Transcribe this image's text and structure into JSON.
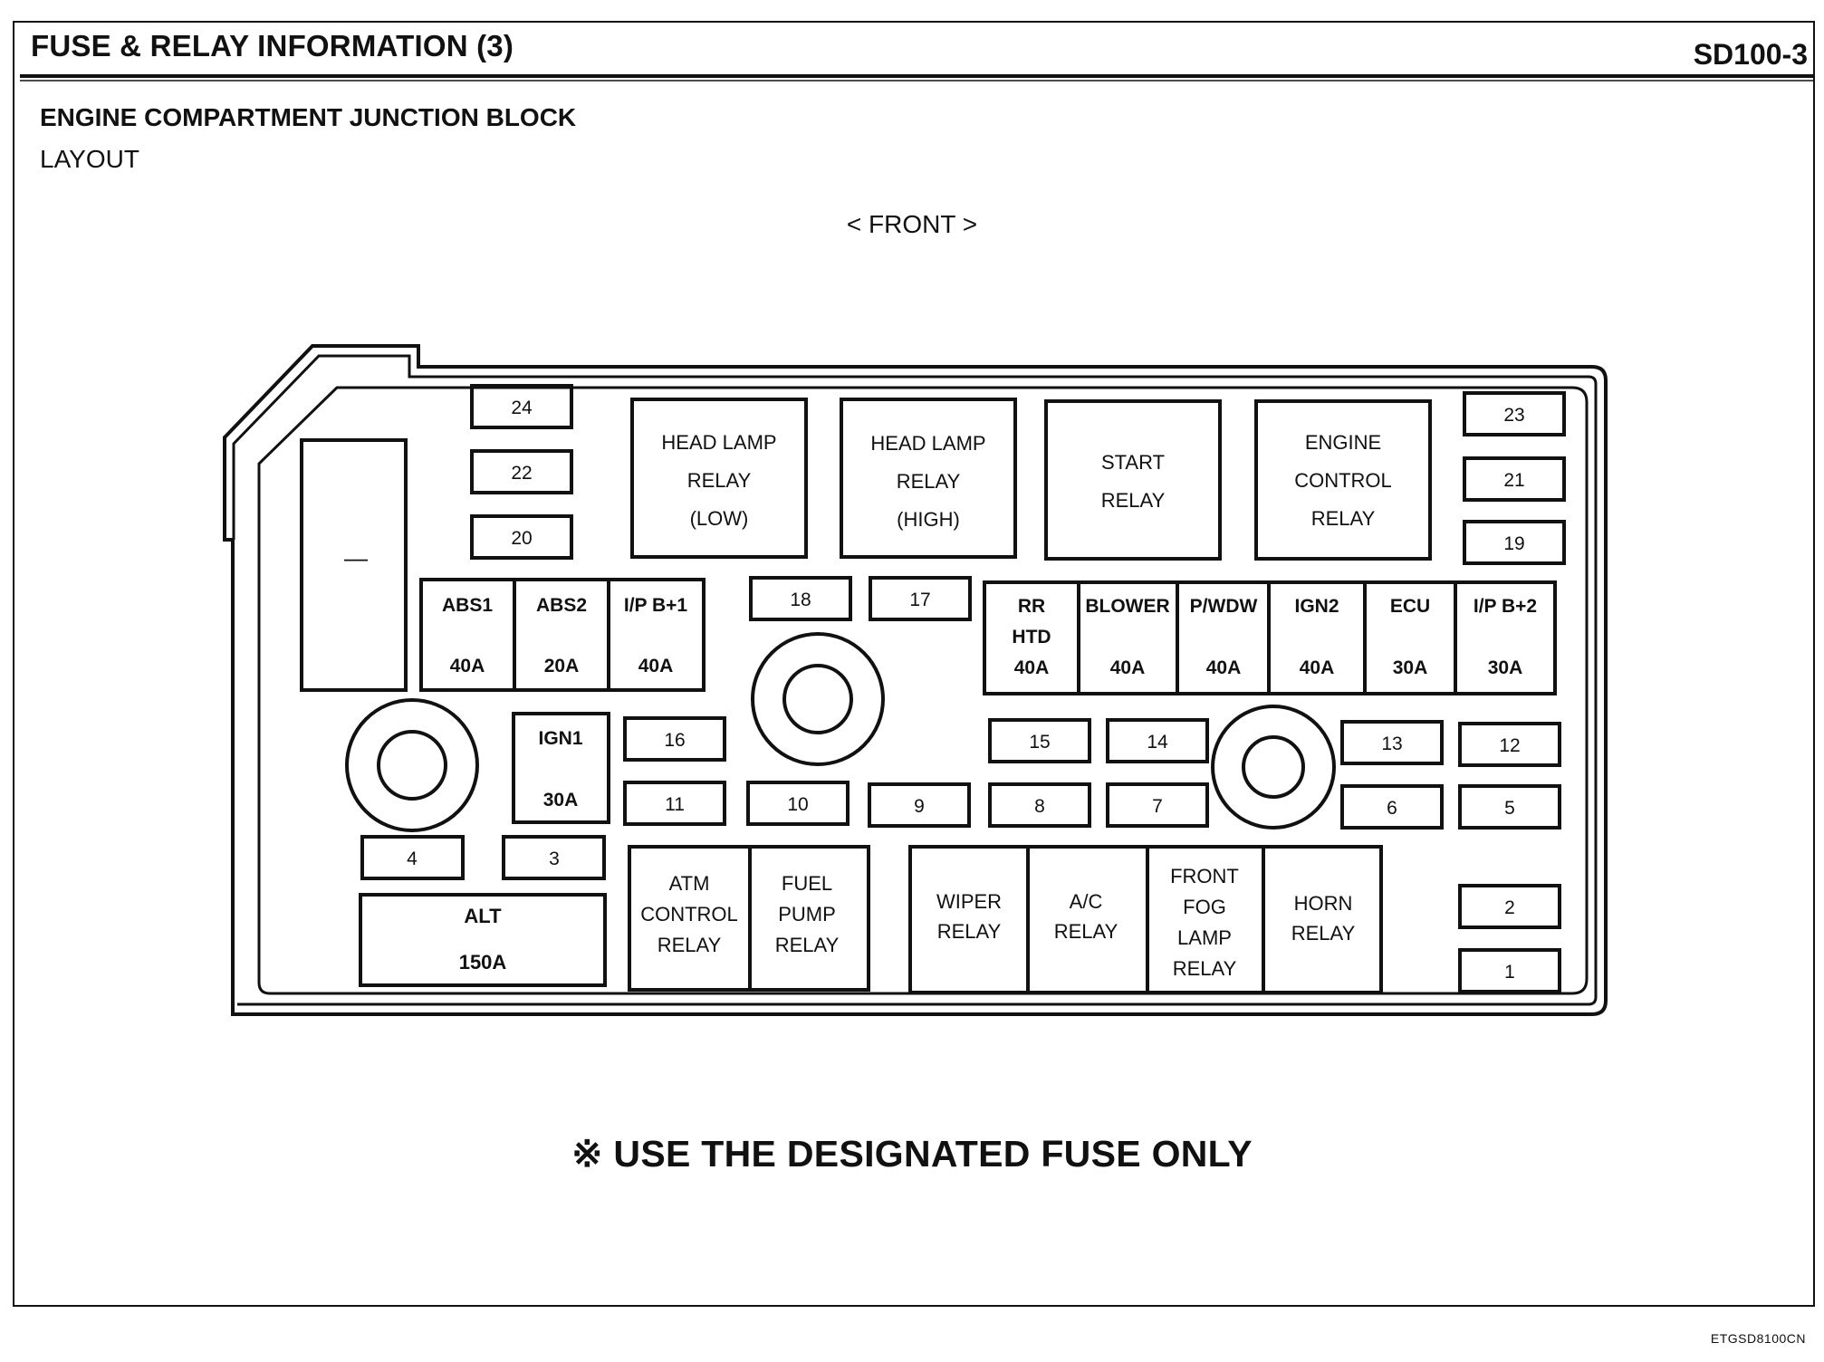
{
  "header": {
    "title": "FUSE & RELAY INFORMATION (3)",
    "code": "SD100-3"
  },
  "section": {
    "title": "ENGINE COMPARTMENT JUNCTION BLOCK",
    "subtitle": "LAYOUT"
  },
  "orientation_label": "< FRONT >",
  "note": "※ USE THE DESIGNATED FUSE ONLY",
  "doc_id": "ETGSD8100CN",
  "spare_slot_label": "—",
  "fuses_small": [
    "24",
    "22",
    "20",
    "23",
    "21",
    "19",
    "18",
    "17",
    "16",
    "15",
    "14",
    "13",
    "12",
    "11",
    "10",
    "9",
    "8",
    "7",
    "6",
    "5",
    "4",
    "3",
    "2",
    "1"
  ],
  "maxi_fuses": [
    {
      "name": "ABS1",
      "rating": "40A"
    },
    {
      "name": "ABS2",
      "rating": "20A"
    },
    {
      "name": "I/P B+1",
      "rating": "40A"
    },
    {
      "name": "RR HTD",
      "rating": "40A"
    },
    {
      "name": "BLOWER",
      "rating": "40A"
    },
    {
      "name": "P/WDW",
      "rating": "40A"
    },
    {
      "name": "IGN2",
      "rating": "40A"
    },
    {
      "name": "ECU",
      "rating": "30A"
    },
    {
      "name": "I/P B+2",
      "rating": "30A"
    },
    {
      "name": "IGN1",
      "rating": "30A"
    },
    {
      "name": "ALT",
      "rating": "150A"
    }
  ],
  "relays": [
    "HEAD LAMP RELAY (LOW)",
    "HEAD LAMP RELAY (HIGH)",
    "START RELAY",
    "ENGINE CONTROL RELAY",
    "ATM CONTROL RELAY",
    "FUEL PUMP RELAY",
    "WIPER RELAY",
    "A/C RELAY",
    "FRONT FOG LAMP RELAY",
    "HORN RELAY"
  ],
  "relay_lines": [
    [
      "HEAD LAMP",
      "RELAY",
      "(LOW)"
    ],
    [
      "HEAD LAMP",
      "RELAY",
      "(HIGH)"
    ],
    [
      "START",
      "RELAY"
    ],
    [
      "ENGINE",
      "CONTROL",
      "RELAY"
    ],
    [
      "ATM",
      "CONTROL",
      "RELAY"
    ],
    [
      "FUEL",
      "PUMP",
      "RELAY"
    ],
    [
      "WIPER",
      "RELAY"
    ],
    [
      "A/C",
      "RELAY"
    ],
    [
      "FRONT",
      "FOG",
      "LAMP",
      "RELAY"
    ],
    [
      "HORN",
      "RELAY"
    ]
  ],
  "maxi_lines": [
    [
      "ABS1"
    ],
    [
      "ABS2"
    ],
    [
      "I/P B+1"
    ],
    [
      "RR",
      "HTD"
    ],
    [
      "BLOWER"
    ],
    [
      "P/WDW"
    ],
    [
      "IGN2"
    ],
    [
      "ECU"
    ],
    [
      "I/P B+2"
    ],
    [
      "IGN1"
    ],
    [
      "ALT"
    ]
  ]
}
